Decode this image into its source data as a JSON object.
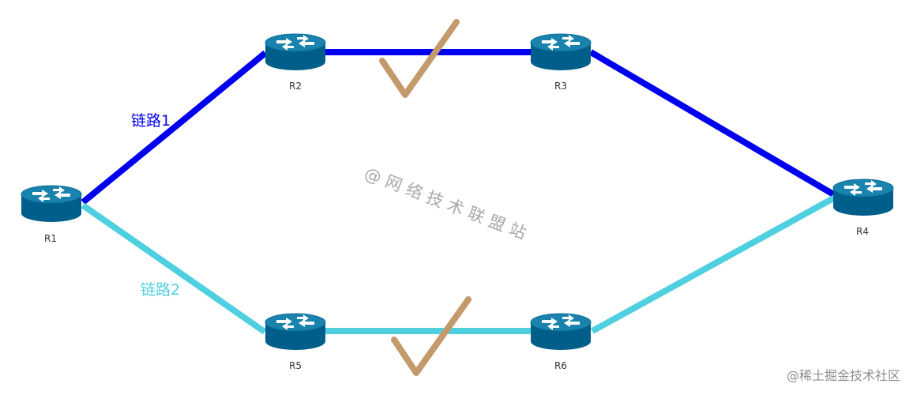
{
  "colors": {
    "link1": "#0000ee",
    "link2": "#4fd0e0",
    "router_top": "#1a83ad",
    "router_body": "#005e8a",
    "router_arrow": "#ffffff",
    "check": "#c49a6c"
  },
  "routers": [
    {
      "id": "r1",
      "label": "R1"
    },
    {
      "id": "r2",
      "label": "R2"
    },
    {
      "id": "r3",
      "label": "R3"
    },
    {
      "id": "r4",
      "label": "R4"
    },
    {
      "id": "r5",
      "label": "R5"
    },
    {
      "id": "r6",
      "label": "R6"
    }
  ],
  "links": {
    "link1_label": "链路1",
    "link2_label": "链路2"
  },
  "watermark": "@网络技术联盟站",
  "corner_watermark": "@稀土掘金技术社区"
}
